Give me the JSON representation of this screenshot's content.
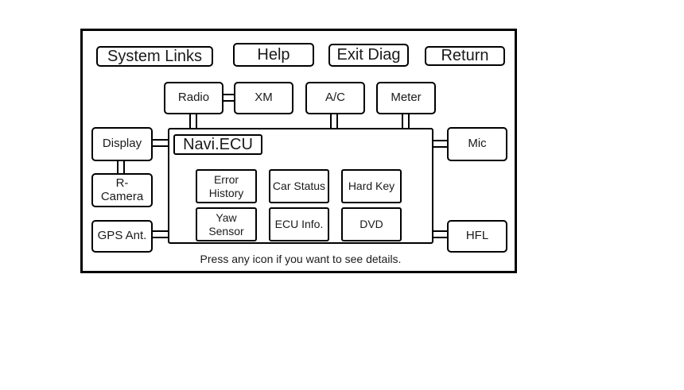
{
  "title": "System Links",
  "toolbar": {
    "help": "Help",
    "exit_diag": "Exit Diag",
    "return": "Return"
  },
  "nodes": {
    "radio": "Radio",
    "xm": "XM",
    "ac": "A/C",
    "meter": "Meter",
    "display": "Display",
    "r_camera": "R- Camera",
    "gps_ant": "GPS Ant.",
    "mic": "Mic",
    "hfl": "HFL"
  },
  "ecu": {
    "title": "Navi.ECU",
    "items": {
      "error_history": "Error\nHistory",
      "car_status": "Car Status",
      "hard_key": "Hard Key",
      "yaw_sensor": "Yaw\nSensor",
      "ecu_info": "ECU Info.",
      "dvd": "DVD"
    }
  },
  "footer_hint": "Press any icon if you want to see details.",
  "colors": {
    "line": "#000000",
    "background": "#ffffff",
    "text": "#1a1a1a"
  }
}
